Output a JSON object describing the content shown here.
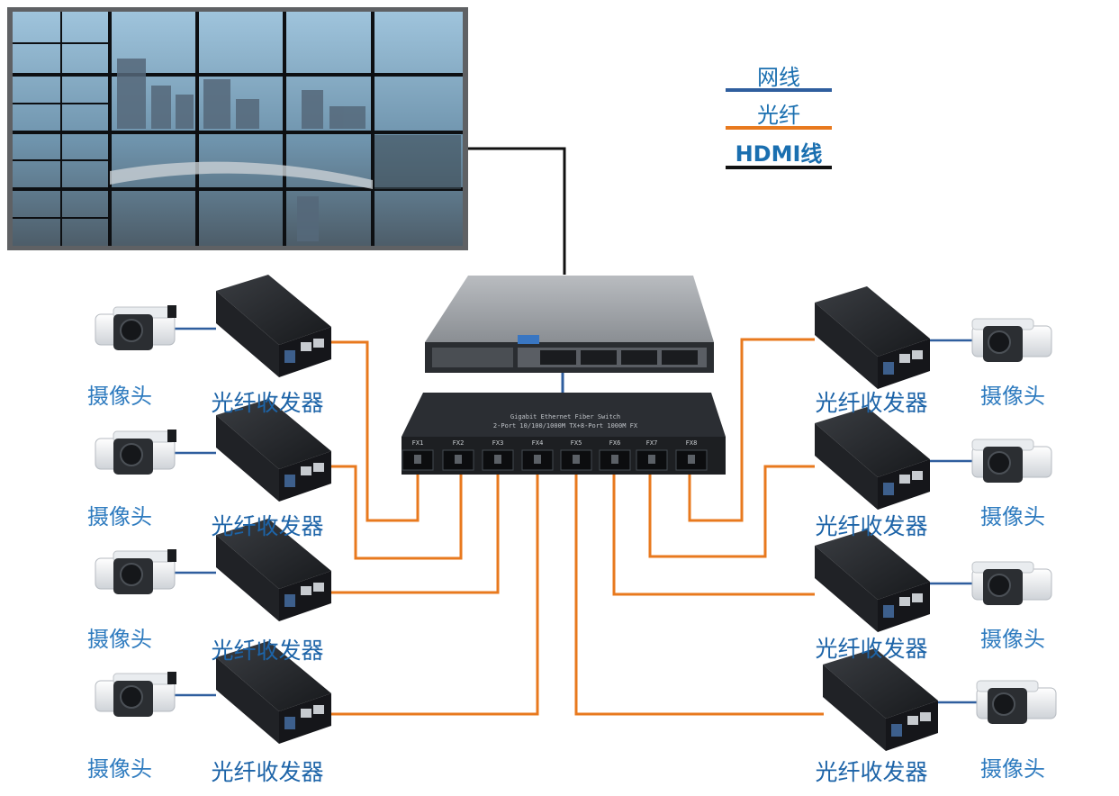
{
  "legend": {
    "network_cable": "网线",
    "fiber": "光纤",
    "hdmi": "HDMI线",
    "colors": {
      "network_cable": "#2f5e9e",
      "fiber": "#e8791e",
      "hdmi": "#111111"
    }
  },
  "labels": {
    "camera": "摄像头",
    "converter": "光纤收发器"
  },
  "switch": {
    "title": "Gigabit Ethernet Fiber Switch",
    "subtitle": "2-Port 10/100/1000M TX+8-Port 1000M FX",
    "ports": [
      "FX1",
      "FX2",
      "FX3",
      "FX4",
      "FX5",
      "FX6",
      "FX7",
      "FX8"
    ]
  },
  "colors": {
    "fiber": "#e8791e",
    "network": "#2f5e9e",
    "hdmi": "#111111",
    "label_blue": "#2e7bbf"
  }
}
